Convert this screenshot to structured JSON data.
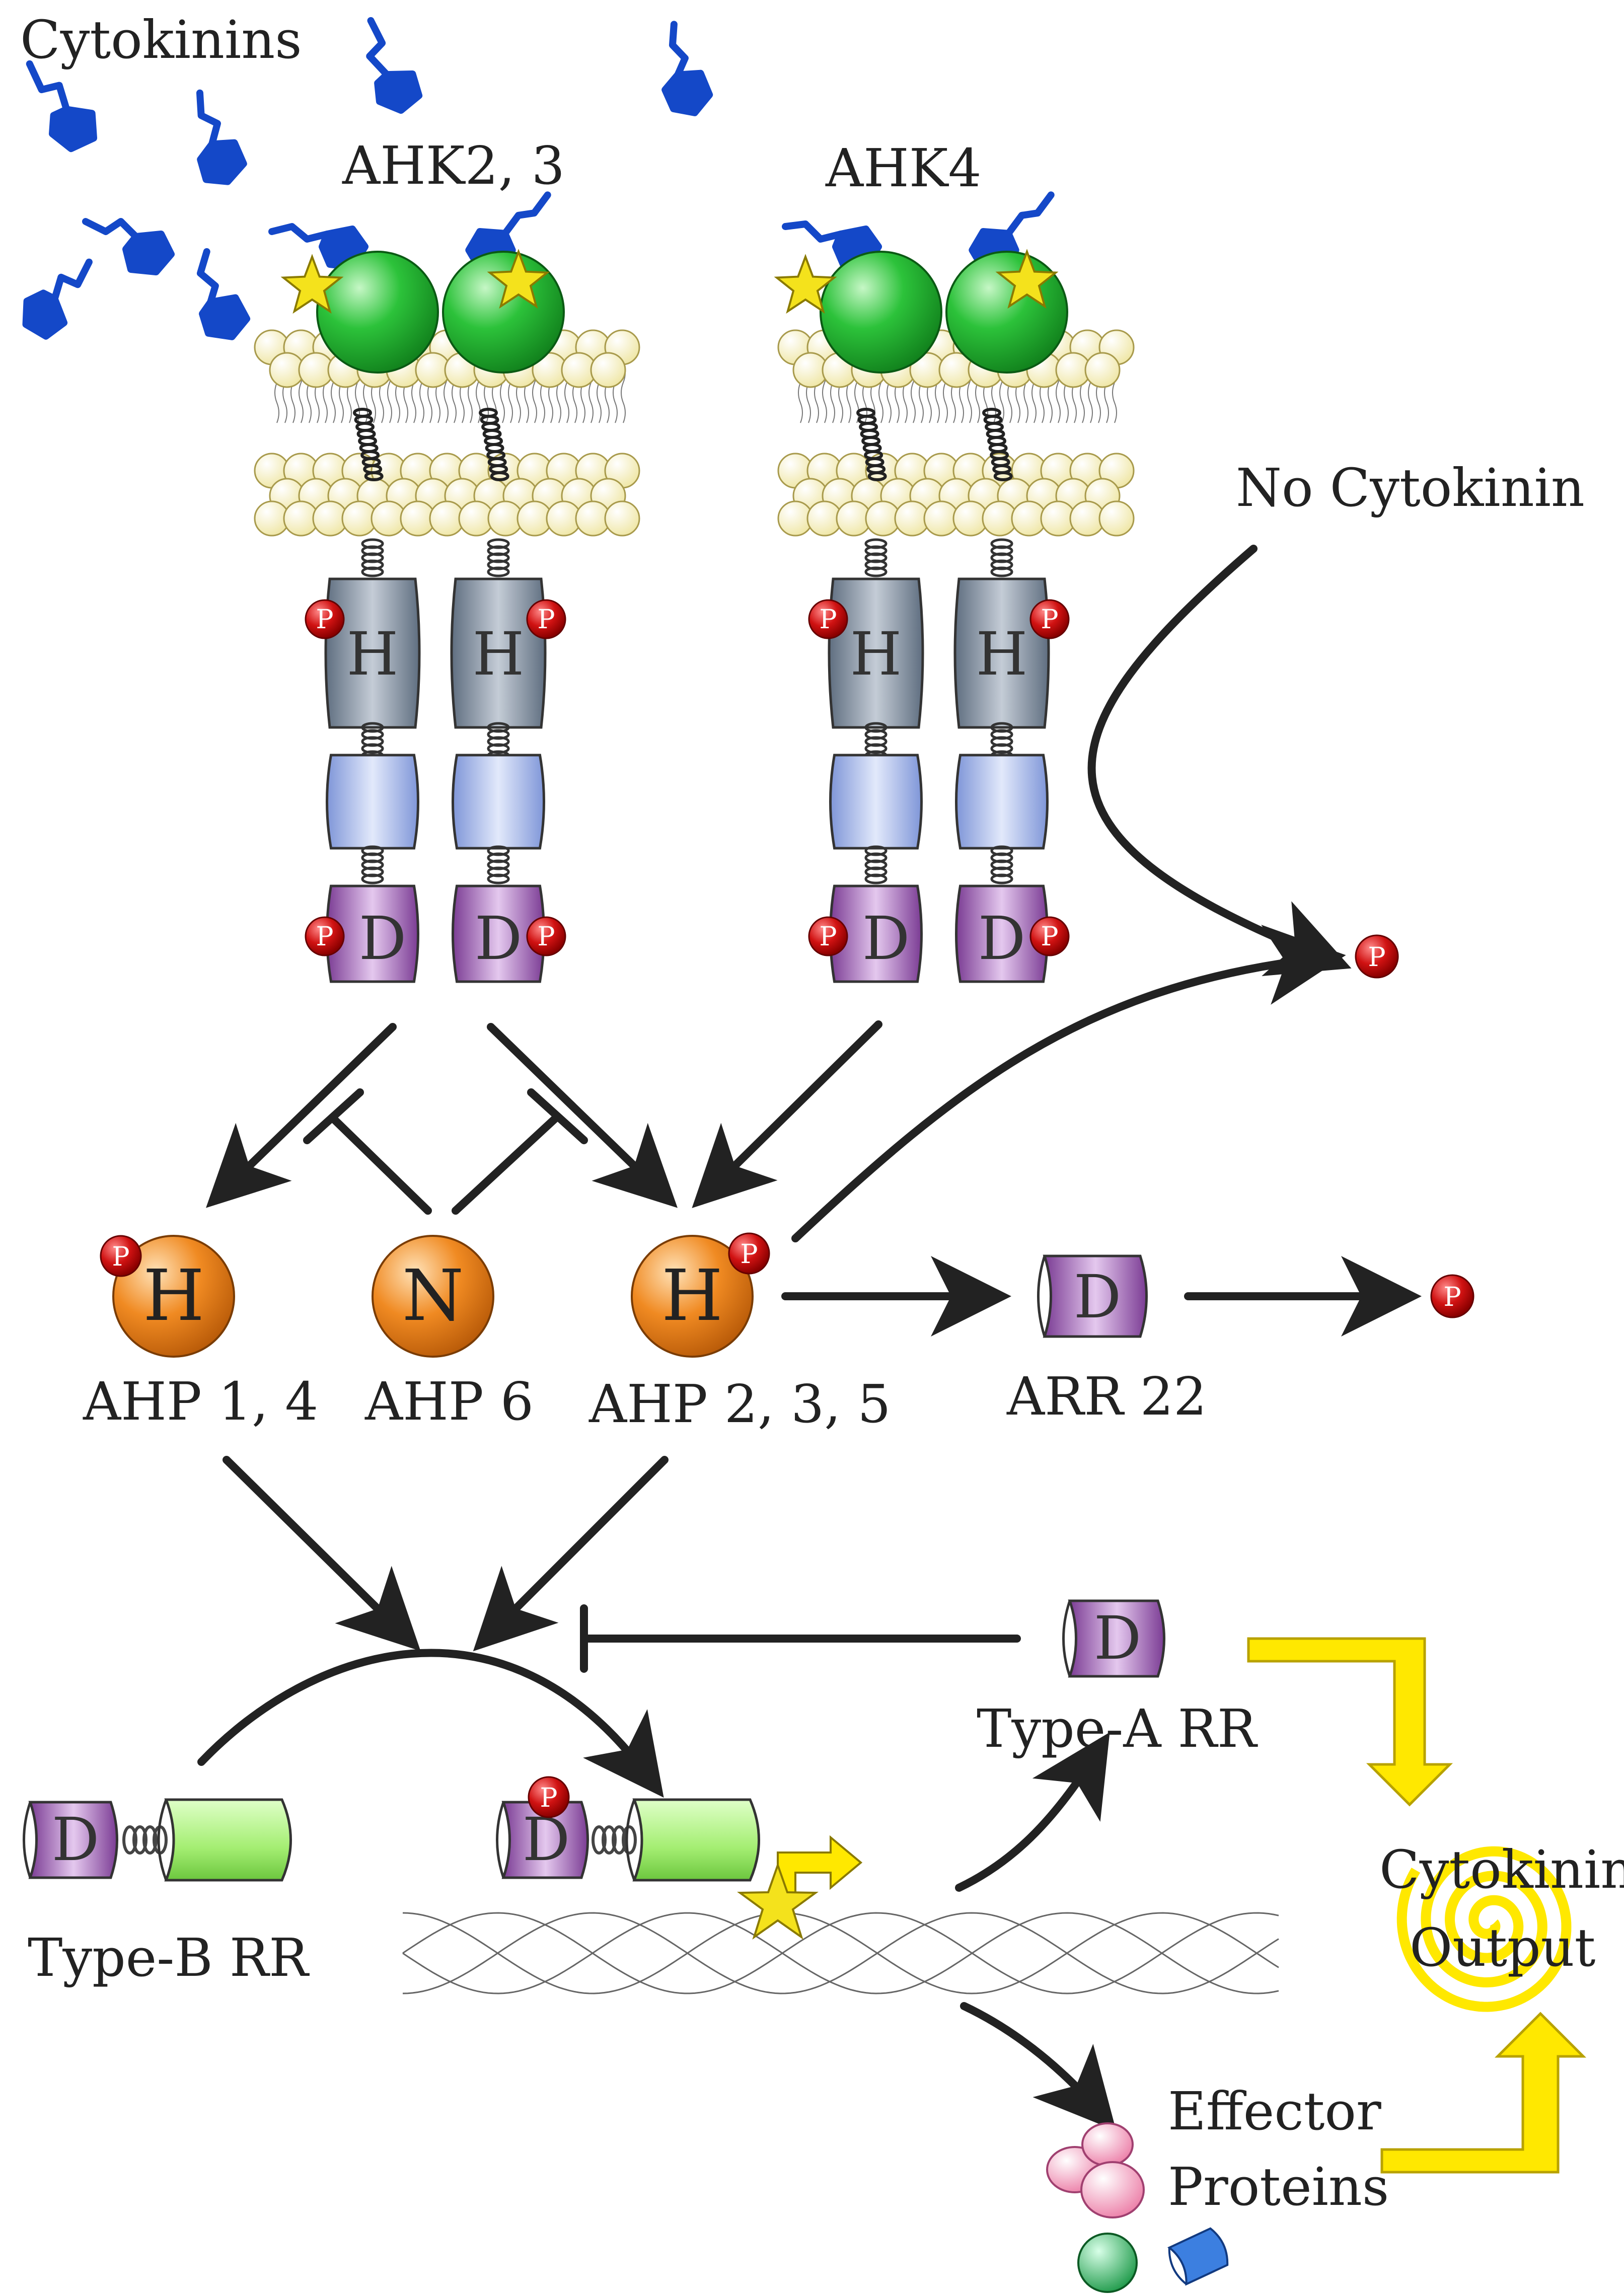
{
  "labels": {
    "cytokinins": "Cytokinins",
    "ahk23": "AHK2, 3",
    "ahk4": "AHK4",
    "no_cytokinin": "No Cytokinin",
    "ahp14": "AHP 1, 4",
    "ahp6": "AHP 6",
    "ahp235": "AHP 2, 3, 5",
    "arr22": "ARR 22",
    "type_a": "Type-A RR",
    "type_b": "Type-B RR",
    "effector1": "Effector",
    "effector2": "Proteins",
    "output1": "Cytokinin",
    "output2": "Output"
  },
  "domains": {
    "histidine": "H",
    "aspartate": "D",
    "phosphate": "P",
    "ahp6_letter": "N"
  },
  "colors": {
    "cytokinin_blue": "#1448c8",
    "receptor_green": "#2bbf3a",
    "star_yellow": "#f4e21c",
    "membrane": "#f8f3c4",
    "h_domain": "#8a9aae",
    "receiver_domain": "#b7c7ee",
    "d_domain": "#a060b8",
    "phosphate_red": "#cc1010",
    "ahp_orange": "#e87a1a",
    "typeb_green": "#a7f07a",
    "arrow_yellow": "#ffe800"
  }
}
